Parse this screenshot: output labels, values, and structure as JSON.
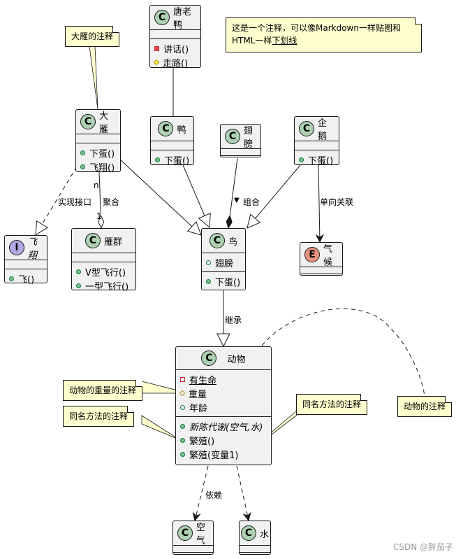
{
  "classes": {
    "tanglaoya": {
      "badge": "C",
      "name": "唐老鸭",
      "fields": [],
      "methods": [
        {
          "vis": "priv-m",
          "text": "讲话()"
        },
        {
          "vis": "prot-m",
          "text": "走路()"
        }
      ]
    },
    "dayan": {
      "badge": "C",
      "name": "大雁",
      "fields": [],
      "methods": [
        {
          "vis": "pub-m",
          "text": "下蛋()"
        },
        {
          "vis": "pub-m",
          "text": "飞翔()"
        }
      ]
    },
    "ya": {
      "badge": "C",
      "name": "鸭",
      "fields": [],
      "methods": [
        {
          "vis": "pub-m",
          "text": "下蛋()"
        }
      ]
    },
    "chibang": {
      "badge": "C",
      "name": "翅膀"
    },
    "qie": {
      "badge": "C",
      "name": "企鹅",
      "fields": [],
      "methods": [
        {
          "vis": "pub-m",
          "text": "下蛋()"
        }
      ]
    },
    "feixiang": {
      "badge": "I",
      "name": "飞翔",
      "fields": [],
      "methods": [
        {
          "vis": "pub-m",
          "text": "飞()"
        }
      ]
    },
    "yanqun": {
      "badge": "C",
      "name": "雁群",
      "fields": [],
      "methods": [
        {
          "vis": "pub-m",
          "text": "V型飞行()"
        },
        {
          "vis": "pub-m",
          "text": "一型飞行()"
        }
      ]
    },
    "niao": {
      "badge": "C",
      "name": "鸟",
      "fields": [
        {
          "vis": "pub-f",
          "text": "翅膀"
        }
      ],
      "methods": [
        {
          "vis": "pub-m",
          "text": "下蛋()"
        }
      ]
    },
    "qihou": {
      "badge": "E",
      "name": "气候"
    },
    "dongwu": {
      "badge": "C",
      "name": "动物",
      "fields": [
        {
          "vis": "priv-f",
          "text": "有生命",
          "style": "u"
        },
        {
          "vis": "prot-f",
          "text": "重量"
        },
        {
          "vis": "pub-f",
          "text": "年龄"
        }
      ],
      "methods": [
        {
          "vis": "pub-m",
          "text": "新陈代谢(空气,水)",
          "style": "it"
        },
        {
          "vis": "pub-m",
          "text": "繁殖()"
        },
        {
          "vis": "pub-m",
          "text": "繁殖(变量1)"
        }
      ]
    },
    "kongqi": {
      "badge": "C",
      "name": "空气"
    },
    "shui": {
      "badge": "C",
      "name": "水"
    }
  },
  "notes": {
    "dayan_note": "大雁的注释",
    "main_note_line1": "这是一个注释，可以像Markdown一样贴图和",
    "main_note_line2_prefix": "HTML一样",
    "main_note_line2_link": "下划线",
    "weight_note": "动物的重量的注释",
    "same_method_note_left": "同名方法的注释",
    "same_method_note_right": "同名方法的注释",
    "animal_note": "动物的注释"
  },
  "edge_labels": {
    "realize": "实现接口",
    "aggregate": "聚合",
    "mult_n": "n",
    "mult_1": "1",
    "compose": "组合",
    "compose_arrow": "▼",
    "assoc": "单向关联",
    "inherit": "继承",
    "depend": "依赖"
  },
  "watermark": "CSDN @胖茄子"
}
